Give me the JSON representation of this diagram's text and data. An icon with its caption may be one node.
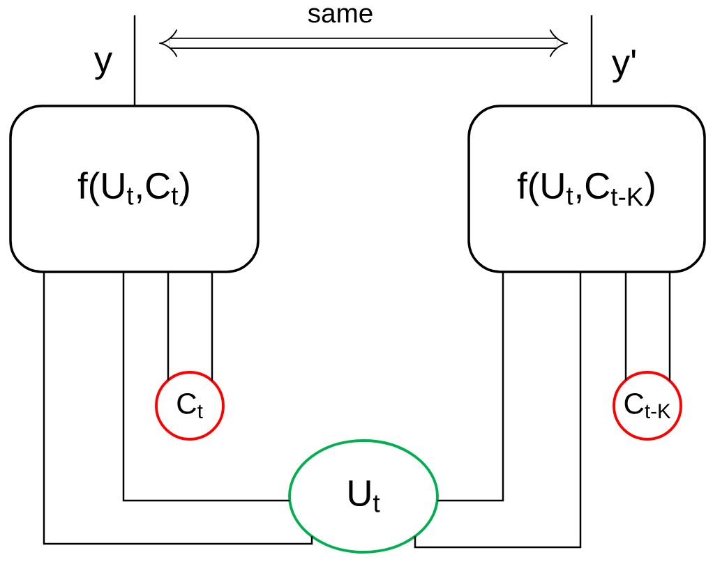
{
  "diagram": {
    "nodes": [
      {
        "text": [
          "f(U$_{t}$,C$_{t}$)"
        ]
      },
      {
        "text": [
          "f(U$_{t}$,C$_{t-K}$)"
        ]
      },
      {
        "text": [
          "C$_{t}$"
        ]
      },
      {
        "text": [
          "C$_{t-K}$"
        ]
      },
      {
        "text": [
          "U$_{t}$"
        ]
      }
    ],
    "edges": [
      {
        "from": 0,
        "to": 4,
        "arrow": "none"
      },
      {
        "from": 0,
        "to": 4,
        "arrow": "none"
      },
      {
        "from": 0,
        "to": 2,
        "arrow": "none"
      },
      {
        "from": 0,
        "to": 2,
        "arrow": "none"
      },
      {
        "from": 1,
        "to": 4,
        "arrow": "none"
      },
      {
        "from": 1,
        "to": 4,
        "arrow": "none"
      },
      {
        "from": 1,
        "to": 3,
        "arrow": "none"
      },
      {
        "from": 1,
        "to": 3,
        "arrow": "none"
      },
      {
        "from": 0,
        "to": null,
        "arrow": "none",
        "label": "y"
      },
      {
        "from": 1,
        "to": null,
        "arrow": "none",
        "label": "y'"
      }
    ],
    "labels": [
      "same"
    ]
  }
}
